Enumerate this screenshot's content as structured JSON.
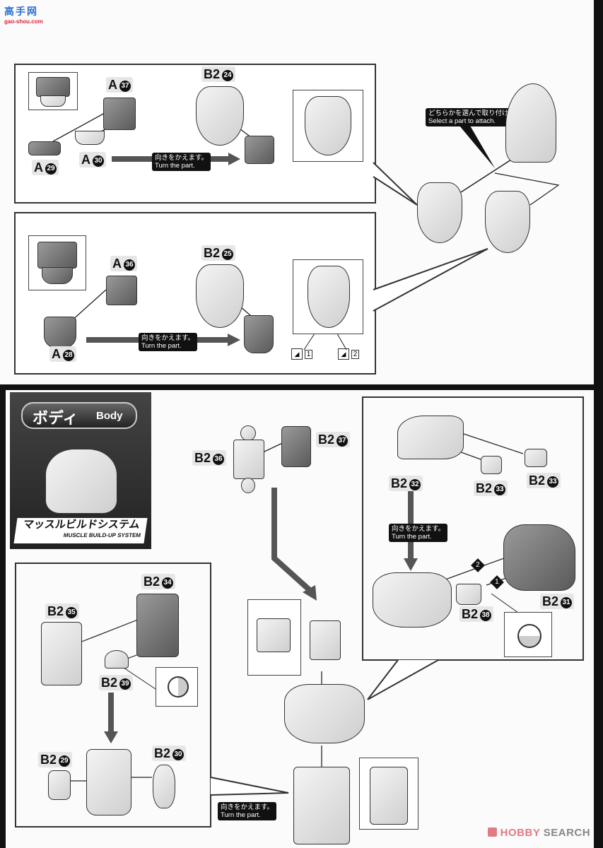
{
  "watermark_top": {
    "brand_cn": "高手网",
    "domain": "gao-shou.com"
  },
  "watermark_bottom": {
    "brand": "HOBBY SEARCH",
    "brand_first": "HOBBY",
    "brand_second": "SEARCH"
  },
  "head_section": {
    "step_upper": {
      "part_labels": [
        {
          "letter": "A",
          "number": "37"
        },
        {
          "letter": "A",
          "number": "29"
        },
        {
          "letter": "A",
          "number": "30"
        },
        {
          "letter": "B2",
          "number": "24"
        }
      ],
      "turn_note": {
        "jp": "向きをかえます。",
        "en": "Turn the part."
      }
    },
    "step_lower": {
      "part_labels": [
        {
          "letter": "A",
          "number": "36"
        },
        {
          "letter": "A",
          "number": "28"
        },
        {
          "letter": "B2",
          "number": "25"
        }
      ],
      "turn_note": {
        "jp": "向きをかえます。",
        "en": "Turn the part."
      },
      "sticker_refs": [
        "1",
        "2"
      ]
    },
    "select_note": {
      "jp": "どちらかを選んで取り付ける",
      "en": "Select a part to attach."
    }
  },
  "body_section": {
    "title_jp": "ボディ",
    "title_en": "Body",
    "system_jp": "マッスルビルドシステム",
    "system_en": "MUSCLE BUILD-UP SYSTEM",
    "neck": {
      "part_labels": [
        {
          "letter": "B2",
          "number": "36"
        },
        {
          "letter": "B2",
          "number": "37"
        }
      ]
    },
    "chest_step": {
      "part_labels": [
        {
          "letter": "B2",
          "number": "32"
        },
        {
          "letter": "B2",
          "number": "33"
        },
        {
          "letter": "B2",
          "number": "33"
        },
        {
          "letter": "B2",
          "number": "38"
        },
        {
          "letter": "B2",
          "number": "31"
        }
      ],
      "turn_note": {
        "jp": "向きをかえます。",
        "en": "Turn the part."
      },
      "order_markers": [
        "1",
        "2"
      ]
    },
    "torso_step": {
      "part_labels": [
        {
          "letter": "B2",
          "number": "34"
        },
        {
          "letter": "B2",
          "number": "35"
        },
        {
          "letter": "B2",
          "number": "39"
        },
        {
          "letter": "B2",
          "number": "29"
        },
        {
          "letter": "B2",
          "number": "30"
        }
      ],
      "turn_note": {
        "jp": "向きをかえます。",
        "en": "Turn the part."
      }
    }
  }
}
